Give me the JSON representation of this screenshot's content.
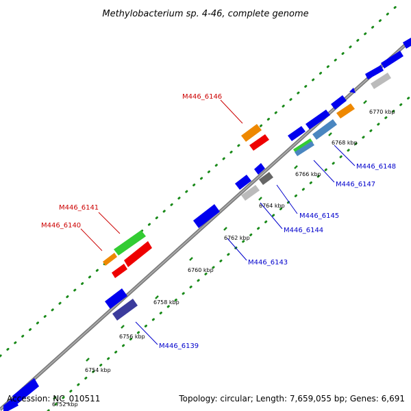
{
  "title": "Methylobacterium sp. 4-46, complete genome",
  "footer": {
    "accession": "Accession: NC_010511",
    "summary": "Topology: circular; Length: 7,659,055 bp; Genes: 6,691"
  },
  "ticks": [
    "6752 kbp",
    "6754 kbp",
    "6756 kbp",
    "6758 kbp",
    "6760 kbp",
    "6762 kbp",
    "6764 kbp",
    "6766 kbp",
    "6768 kbp",
    "6770 kbp"
  ],
  "gene_labels": [
    {
      "name": "M446_6146",
      "color": "#cc0000"
    },
    {
      "name": "M446_6141",
      "color": "#cc0000"
    },
    {
      "name": "M446_6140",
      "color": "#cc0000"
    },
    {
      "name": "M446_6148",
      "color": "#0000cc"
    },
    {
      "name": "M446_6147",
      "color": "#0000cc"
    },
    {
      "name": "M446_6145",
      "color": "#0000cc"
    },
    {
      "name": "M446_6144",
      "color": "#0000cc"
    },
    {
      "name": "M446_6143",
      "color": "#0000cc"
    },
    {
      "name": "M446_6139",
      "color": "#0000cc"
    }
  ],
  "colors": {
    "backbone": "#8c8c8c",
    "tick_dots": "#1a8a1a",
    "gene_blue": "#0000ee",
    "gene_navy": "#3b3b9c",
    "gene_red": "#ee0000",
    "gene_green": "#33cc33",
    "gene_orange": "#ee8800",
    "gene_steel": "#4a86c0",
    "gene_gray": "#bbbbbb",
    "gene_darkgray": "#666666"
  }
}
